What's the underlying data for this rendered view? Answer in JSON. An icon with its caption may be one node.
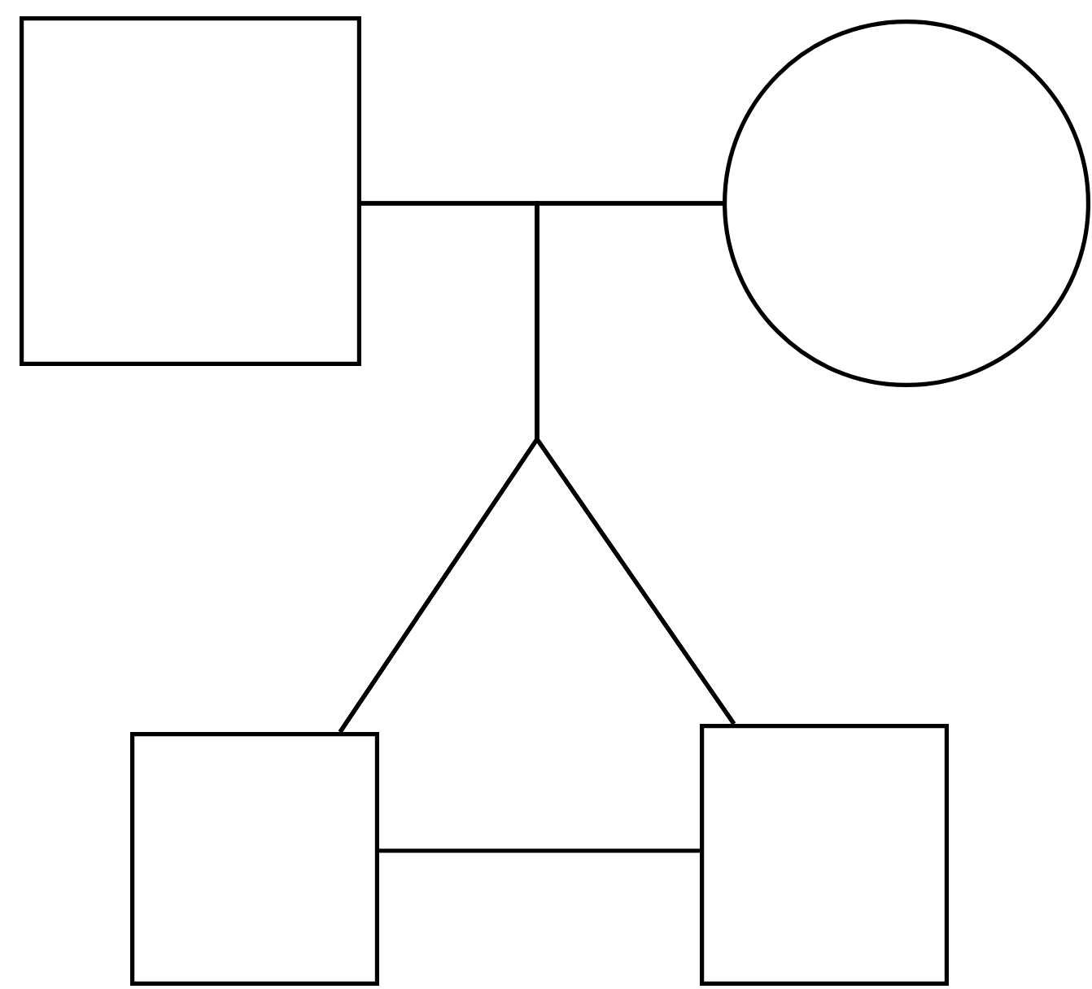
{
  "diagram": {
    "nodes": [
      {
        "text": [],
        "shape": "box"
      },
      {
        "text": [],
        "shape": "circle"
      },
      {
        "text": [],
        "shape": "box"
      },
      {
        "text": [],
        "shape": "box"
      }
    ],
    "edges": [
      {
        "from": 0,
        "to": 1,
        "arrow": "none"
      },
      {
        "from": 0,
        "to": 2,
        "arrow": "none"
      },
      {
        "from": 1,
        "to": 2,
        "arrow": "none"
      },
      {
        "from": 0,
        "to": 3,
        "arrow": "none"
      },
      {
        "from": 1,
        "to": 3,
        "arrow": "none"
      },
      {
        "from": 2,
        "to": 3,
        "arrow": "none"
      }
    ]
  }
}
